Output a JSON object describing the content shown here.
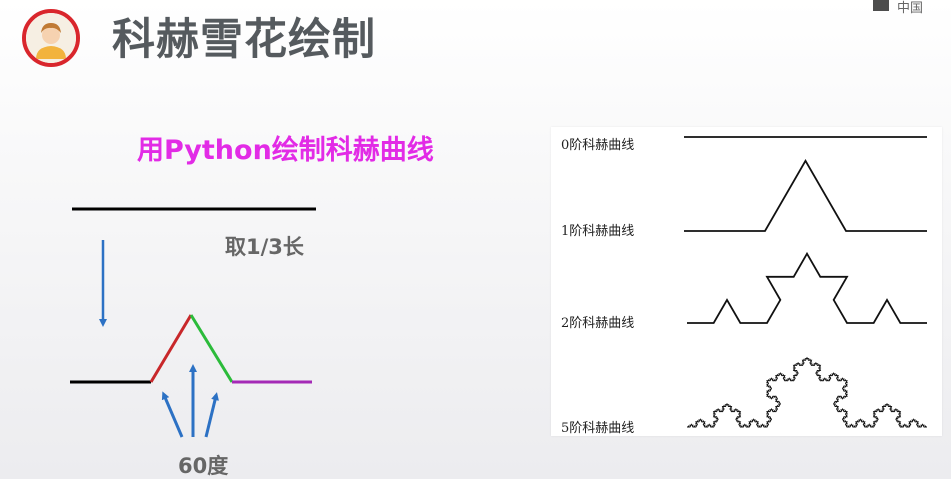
{
  "header": {
    "title": "科赫雪花绘制",
    "corner_text": "中国"
  },
  "left": {
    "subtitle": "用Python绘制科赫曲线",
    "take_third_label": "取1/3长",
    "angle_label": "60度"
  },
  "right_panel": {
    "orders": [
      {
        "label": "0阶科赫曲线"
      },
      {
        "label": "1阶科赫曲线"
      },
      {
        "label": "2阶科赫曲线"
      },
      {
        "label": "5阶科赫曲线"
      }
    ]
  },
  "colors": {
    "title": "#555a5e",
    "subtitle": "#e22be6",
    "avatar_ring": "#d9262c",
    "arrow": "#2c71c4",
    "segment_left": "#000000",
    "segment_rising": "#c8272a",
    "segment_falling": "#2bbb3a",
    "segment_right": "#a42ab6"
  }
}
